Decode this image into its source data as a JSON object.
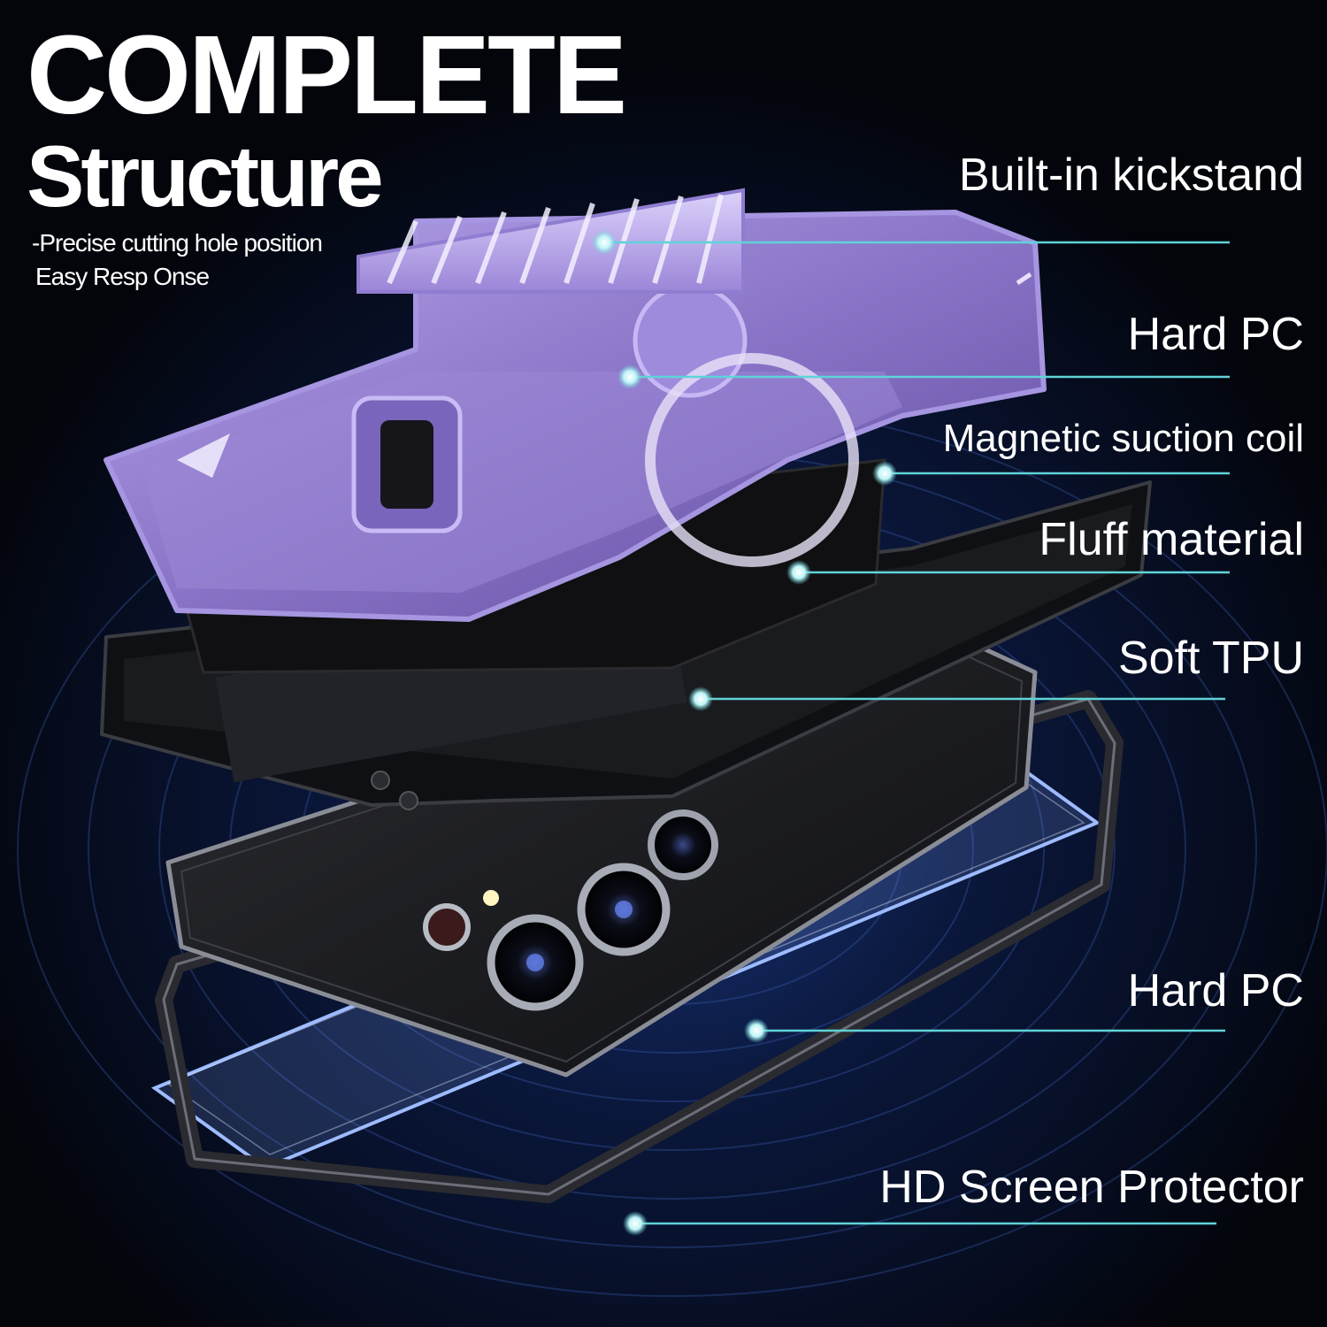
{
  "heading": {
    "line1": "COMPLETE",
    "line2": "Structure"
  },
  "subheading": {
    "line1": "-Precise cutting hole position",
    "line2": "Easy Resp Onse"
  },
  "callouts": [
    {
      "label": "Built-in kickstand"
    },
    {
      "label": "Hard PC"
    },
    {
      "label": "Magnetic suction coil"
    },
    {
      "label": "Fluff material"
    },
    {
      "label": "Soft TPU"
    },
    {
      "label": "Hard PC"
    },
    {
      "label": "HD Screen Protector"
    }
  ],
  "colors": {
    "background": "#05070d",
    "accent_line": "#5fd3d8",
    "case_purple": "#8d79c4",
    "layer_black": "#111214",
    "glow_blue": "#2e6cff"
  }
}
